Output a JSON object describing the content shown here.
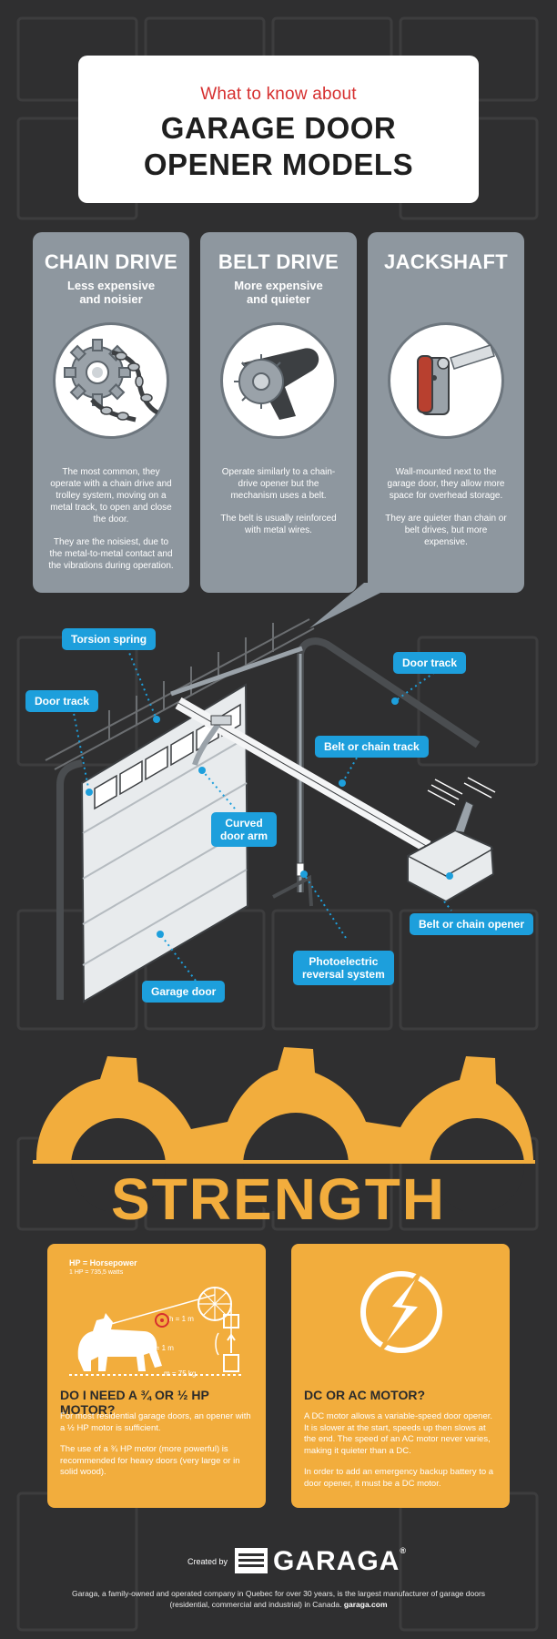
{
  "header": {
    "pre_title": "What to know about",
    "title_line1": "GARAGE DOOR",
    "title_line2": "OPENER MODELS"
  },
  "cards": [
    {
      "title": "CHAIN DRIVE",
      "subtitle_line1": "Less expensive",
      "subtitle_line2": "and noisier",
      "icon": "chain-sprocket-icon",
      "paragraphs": [
        "The most common, they operate with a chain drive and trolley system, moving on a metal track, to open and close the door.",
        "They are the noisiest, due to the metal-to-metal contact and the vibrations during operation."
      ]
    },
    {
      "title": "BELT DRIVE",
      "subtitle_line1": "More expensive",
      "subtitle_line2": "and quieter",
      "icon": "belt-pulley-icon",
      "paragraphs": [
        "Operate similarly to a chain-drive opener but the mechanism uses a belt.",
        "The belt is usually reinforced with metal wires."
      ]
    },
    {
      "title": "JACKSHAFT",
      "subtitle_line1": "",
      "subtitle_line2": "",
      "icon": "jackshaft-motor-icon",
      "paragraphs": [
        "Wall-mounted next to the garage door, they allow more space for overhead storage.",
        "They are quieter than chain or belt drives, but more expensive."
      ]
    }
  ],
  "diagram": {
    "labels": {
      "torsion_spring": "Torsion spring",
      "door_track_left": "Door track",
      "door_track_right": "Door track",
      "belt_or_chain_track": "Belt or chain track",
      "curved_door_arm_line1": "Curved",
      "curved_door_arm_line2": "door arm",
      "belt_or_chain_opener": "Belt or chain opener",
      "photoelectric_line1": "Photoelectric",
      "photoelectric_line2": "reversal system",
      "garage_door": "Garage door"
    }
  },
  "strength": {
    "heading": "STRENGTH",
    "hp_panel": {
      "hp_label": "HP = Horsepower",
      "hp_def": "1 HP = 735,5 watts",
      "h1": "h = 1 m",
      "h2": "h = 1 m",
      "mass": "m = 75 kg",
      "question": "DO I NEED A ¾ OR ½ HP MOTOR?",
      "paragraphs": [
        "For most residential garage doors, an opener with a ½ HP motor is sufficient.",
        "The use of a ¾ HP motor (more powerful) is recommended for heavy doors (very large or in solid wood)."
      ]
    },
    "motor_panel": {
      "question": "DC OR AC MOTOR?",
      "paragraphs": [
        "A DC motor allows a variable-speed door opener. It is slower at the start, speeds up then slows at the end. The speed of an AC motor never varies, making it quieter than a DC.",
        "In order to add an emergency backup battery to a door opener, it must be a DC motor."
      ]
    }
  },
  "footer": {
    "created_by": "Created by",
    "brand": "GARAGA",
    "registered": "®",
    "note": "Garaga, a family-owned and operated company in Quebec for over 30 years, is the largest manufacturer of garage doors (residential, commercial and industrial) in Canada.",
    "site": "garaga.com"
  },
  "colors": {
    "background": "#2f2f30",
    "card": "#8e979f",
    "callout": "#1d9fdc",
    "accent_orange": "#f2ad3d",
    "title_red": "#d62f2f"
  }
}
